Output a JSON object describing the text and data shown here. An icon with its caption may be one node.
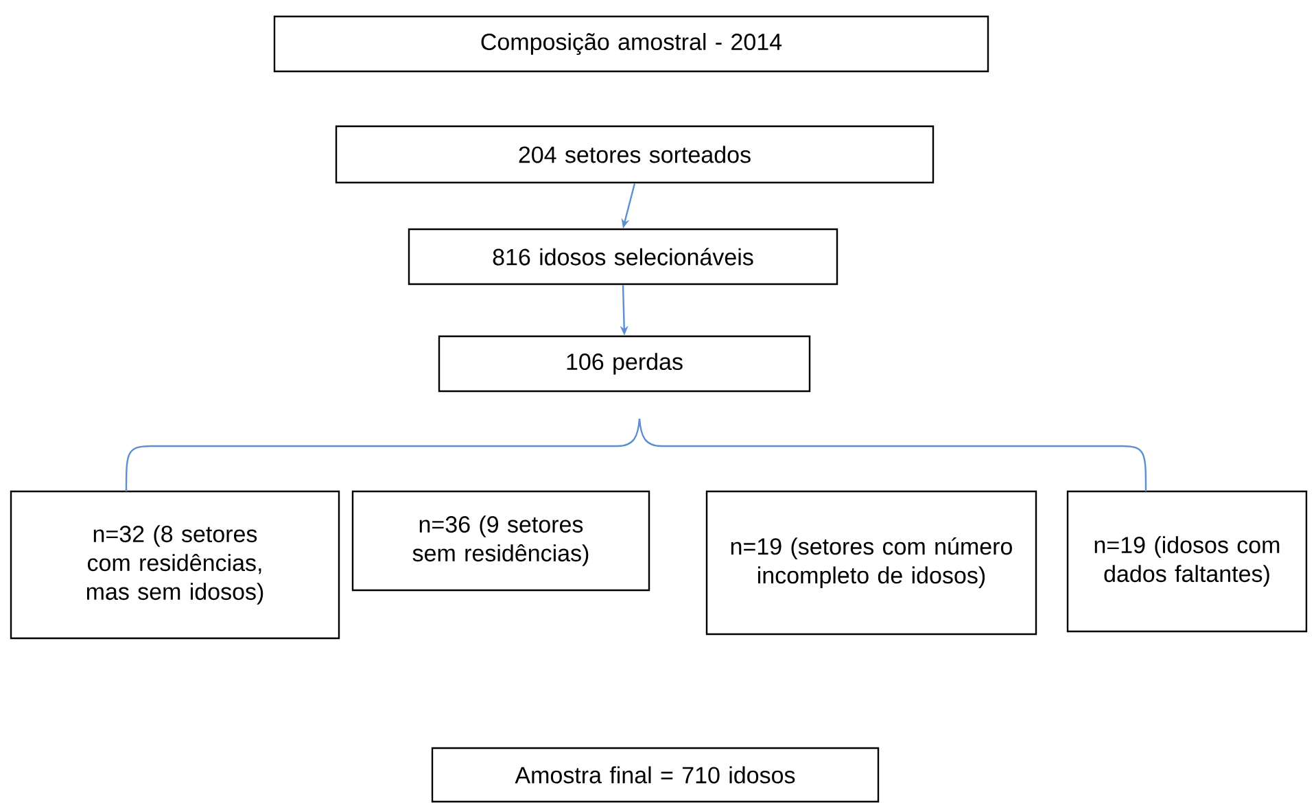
{
  "diagram": {
    "nodes": [
      {
        "text": [
          "Composição amostral - 2014"
        ]
      },
      {
        "text": [
          "204 setores sorteados"
        ]
      },
      {
        "text": [
          "816 idosos selecionáveis"
        ]
      },
      {
        "text": [
          "106 perdas"
        ]
      },
      {
        "text": [
          "n=32 (8 setores com residências, mas sem idosos)"
        ]
      },
      {
        "text": [
          "n=36 (9 setores sem residências)"
        ]
      },
      {
        "text": [
          "n=19 (setores com número incompleto de idosos)"
        ]
      },
      {
        "text": [
          "n=19 (idosos com dados faltantes)"
        ]
      },
      {
        "text": [
          "Amostra final = 710 idosos"
        ]
      }
    ],
    "edges": [
      {
        "from": 1,
        "to": 2,
        "arrow": "to"
      },
      {
        "from": 2,
        "to": 3,
        "arrow": "to"
      }
    ]
  }
}
